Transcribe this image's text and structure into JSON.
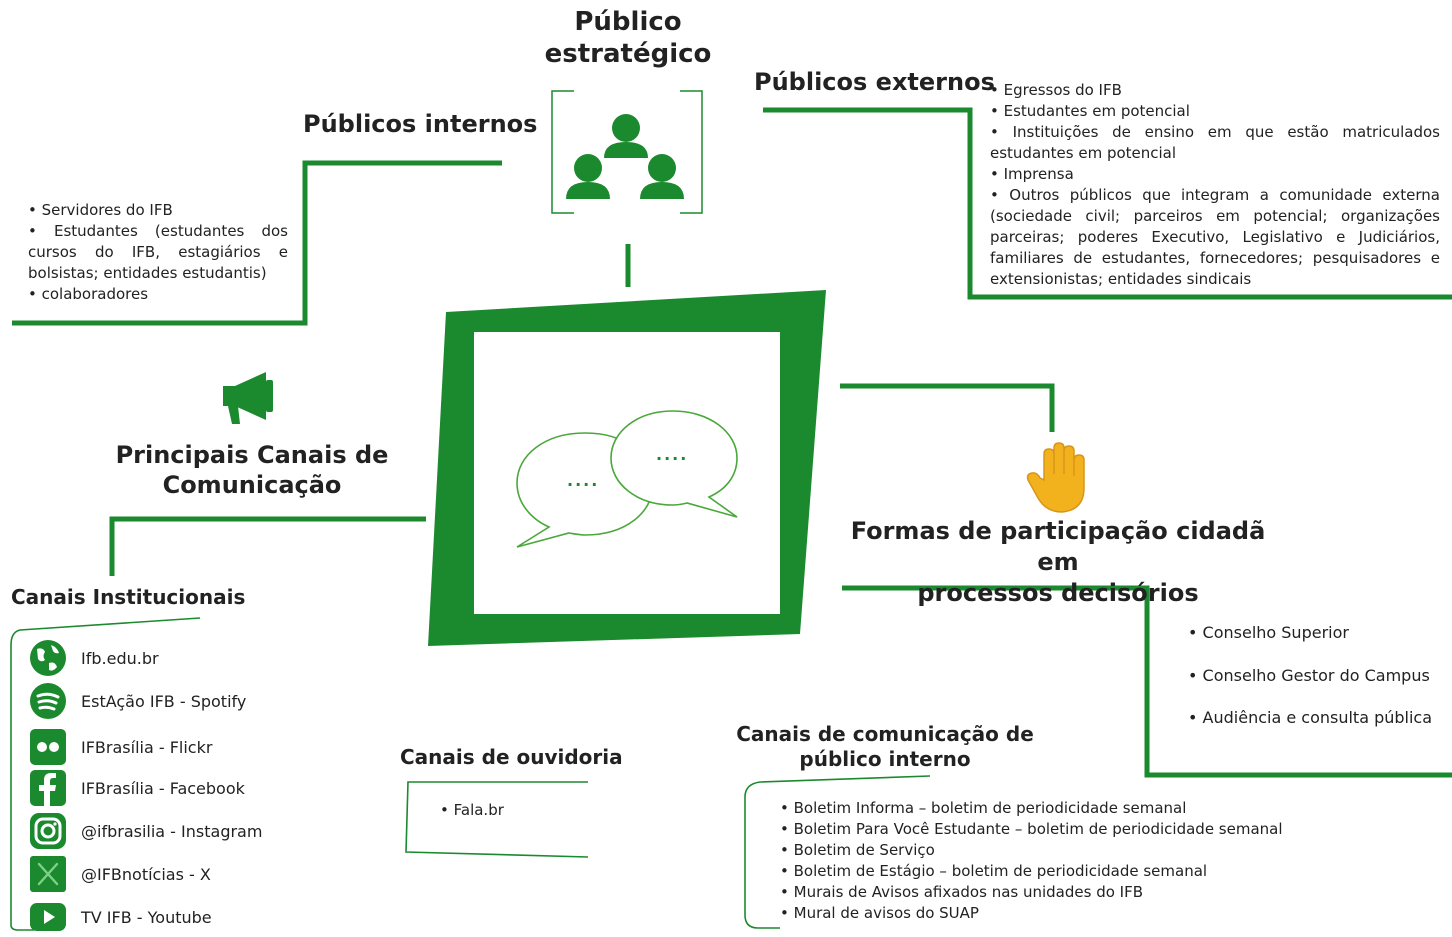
{
  "colors": {
    "green": "#1b8a2e",
    "dark_green": "#137a24",
    "hand": "#f2b21d"
  },
  "publico_estrategico": {
    "title_line1": "Público",
    "title_line2": "estratégico",
    "icon": "people-group-icon"
  },
  "publicos_internos": {
    "title": "Públicos internos",
    "items": [
      "Servidores do IFB",
      "Estudantes (estudantes dos cursos do IFB, estagiários e bolsistas; entidades estudantis)",
      "colaboradores"
    ]
  },
  "publicos_externos": {
    "title": "Públicos externos",
    "items": [
      "Egressos do IFB",
      "Estudantes em potencial",
      "Instituições de ensino em que estão matriculados estudantes em potencial",
      "Imprensa",
      "Outros públicos que integram a comunidade externa (sociedade civil; parceiros em potencial; organizações parceiras; poderes Executivo, Legislativo e Judiciários, familiares de estudantes, fornecedores; pesquisadores e extensionistas; entidades sindicais"
    ]
  },
  "principais_canais": {
    "title_line1": "Principais Canais de",
    "title_line2": "Comunicação",
    "icon": "megaphone-icon"
  },
  "center": {
    "icon": "speech-bubbles-icon",
    "dots": "...."
  },
  "participacao": {
    "title_line1": "Formas de participação cidadã em",
    "title_line2": "processos decisórios",
    "icon": "raised-hand-icon",
    "items": [
      "Conselho Superior",
      "Conselho Gestor do Campus",
      "Audiência e consulta pública"
    ]
  },
  "canais_institucionais": {
    "title": "Canais Institucionais",
    "items": [
      {
        "icon": "globe-icon",
        "label": "Ifb.edu.br"
      },
      {
        "icon": "spotify-icon",
        "label": "EstAção IFB - Spotify"
      },
      {
        "icon": "flickr-icon",
        "label": "IFBrasília - Flickr"
      },
      {
        "icon": "facebook-icon",
        "label": "IFBrasília - Facebook"
      },
      {
        "icon": "instagram-icon",
        "label": "@ifbrasilia - Instagram"
      },
      {
        "icon": "x-icon",
        "label": "@IFBnotícias - X"
      },
      {
        "icon": "youtube-icon",
        "label": "TV IFB - Youtube"
      }
    ]
  },
  "canais_ouvidoria": {
    "title": "Canais de ouvidoria",
    "items": [
      "Fala.br"
    ]
  },
  "canais_publico_interno": {
    "title_line1": "Canais de comunicação de",
    "title_line2": "público interno",
    "items": [
      "Boletim Informa – boletim de periodicidade semanal",
      "Boletim Para Você Estudante – boletim de periodicidade semanal",
      "Boletim de Serviço",
      "Boletim de Estágio – boletim de periodicidade semanal",
      "Murais de Avisos afixados nas unidades do IFB",
      "Mural de avisos do SUAP"
    ]
  }
}
